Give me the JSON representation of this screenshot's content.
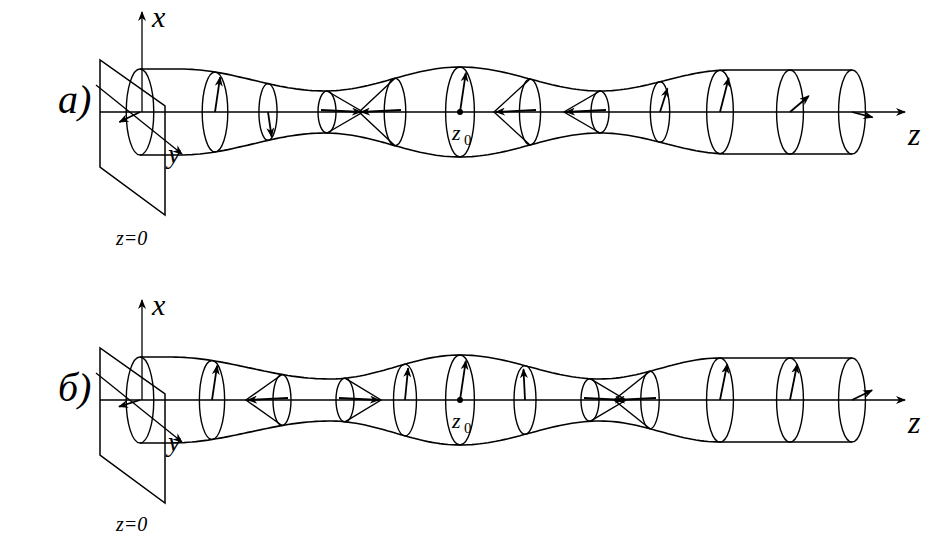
{
  "diagram": {
    "labels": [
      "а)",
      "x",
      "y",
      "z",
      "z=0",
      "z",
      "0",
      "б)",
      "x",
      "y",
      "z",
      "z=0",
      "z",
      "0"
    ]
  }
}
